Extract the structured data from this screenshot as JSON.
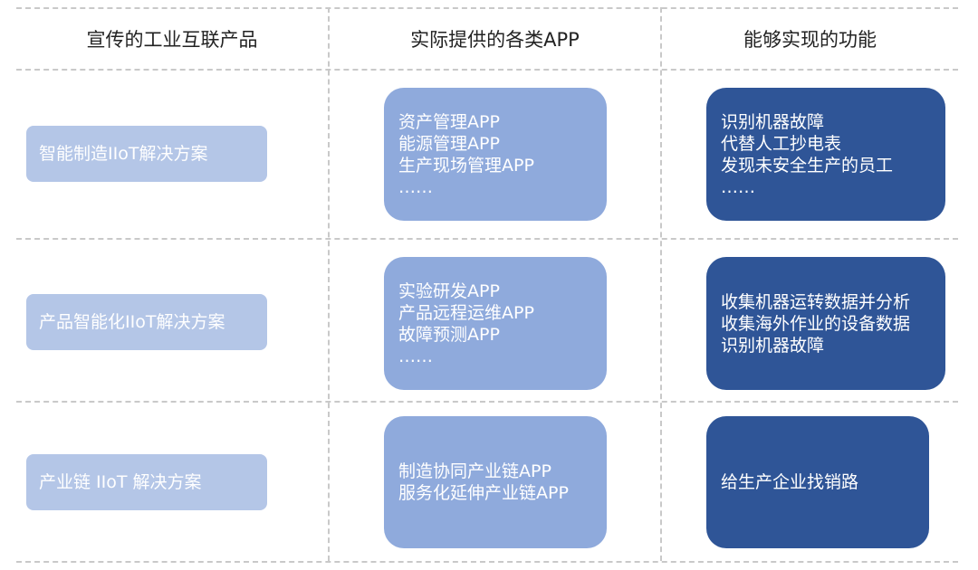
{
  "headers": [
    "宣传的工业互联产品",
    "实际提供的各类APP",
    "能够实现的功能"
  ],
  "rows": [
    {
      "solution": "智能制造IIoT解决方案",
      "apps": [
        "资产管理APP",
        "能源管理APP",
        "生产现场管理APP",
        "……"
      ],
      "functions": [
        "识别机器故障",
        "代替人工抄电表",
        "发现未安全生产的员工",
        "……"
      ]
    },
    {
      "solution": "产品智能化IIoT解决方案",
      "apps": [
        "实验研发APP",
        "产品远程运维APP",
        "故障预测APP",
        "……"
      ],
      "functions": [
        "收集机器运转数据并分析",
        "收集海外作业的设备数据",
        "识别机器故障"
      ]
    },
    {
      "solution": "产业链 IIoT 解决方案",
      "apps": [
        "制造协同产业链APP",
        "服务化延伸产业链APP"
      ],
      "functions": [
        "给生产企业找销路"
      ]
    }
  ],
  "colors": {
    "solution_fill": "#b4c6e7",
    "apps_fill": "#8faadc",
    "functions_fill": "#2f5597",
    "divider": "#c9c9c9"
  }
}
